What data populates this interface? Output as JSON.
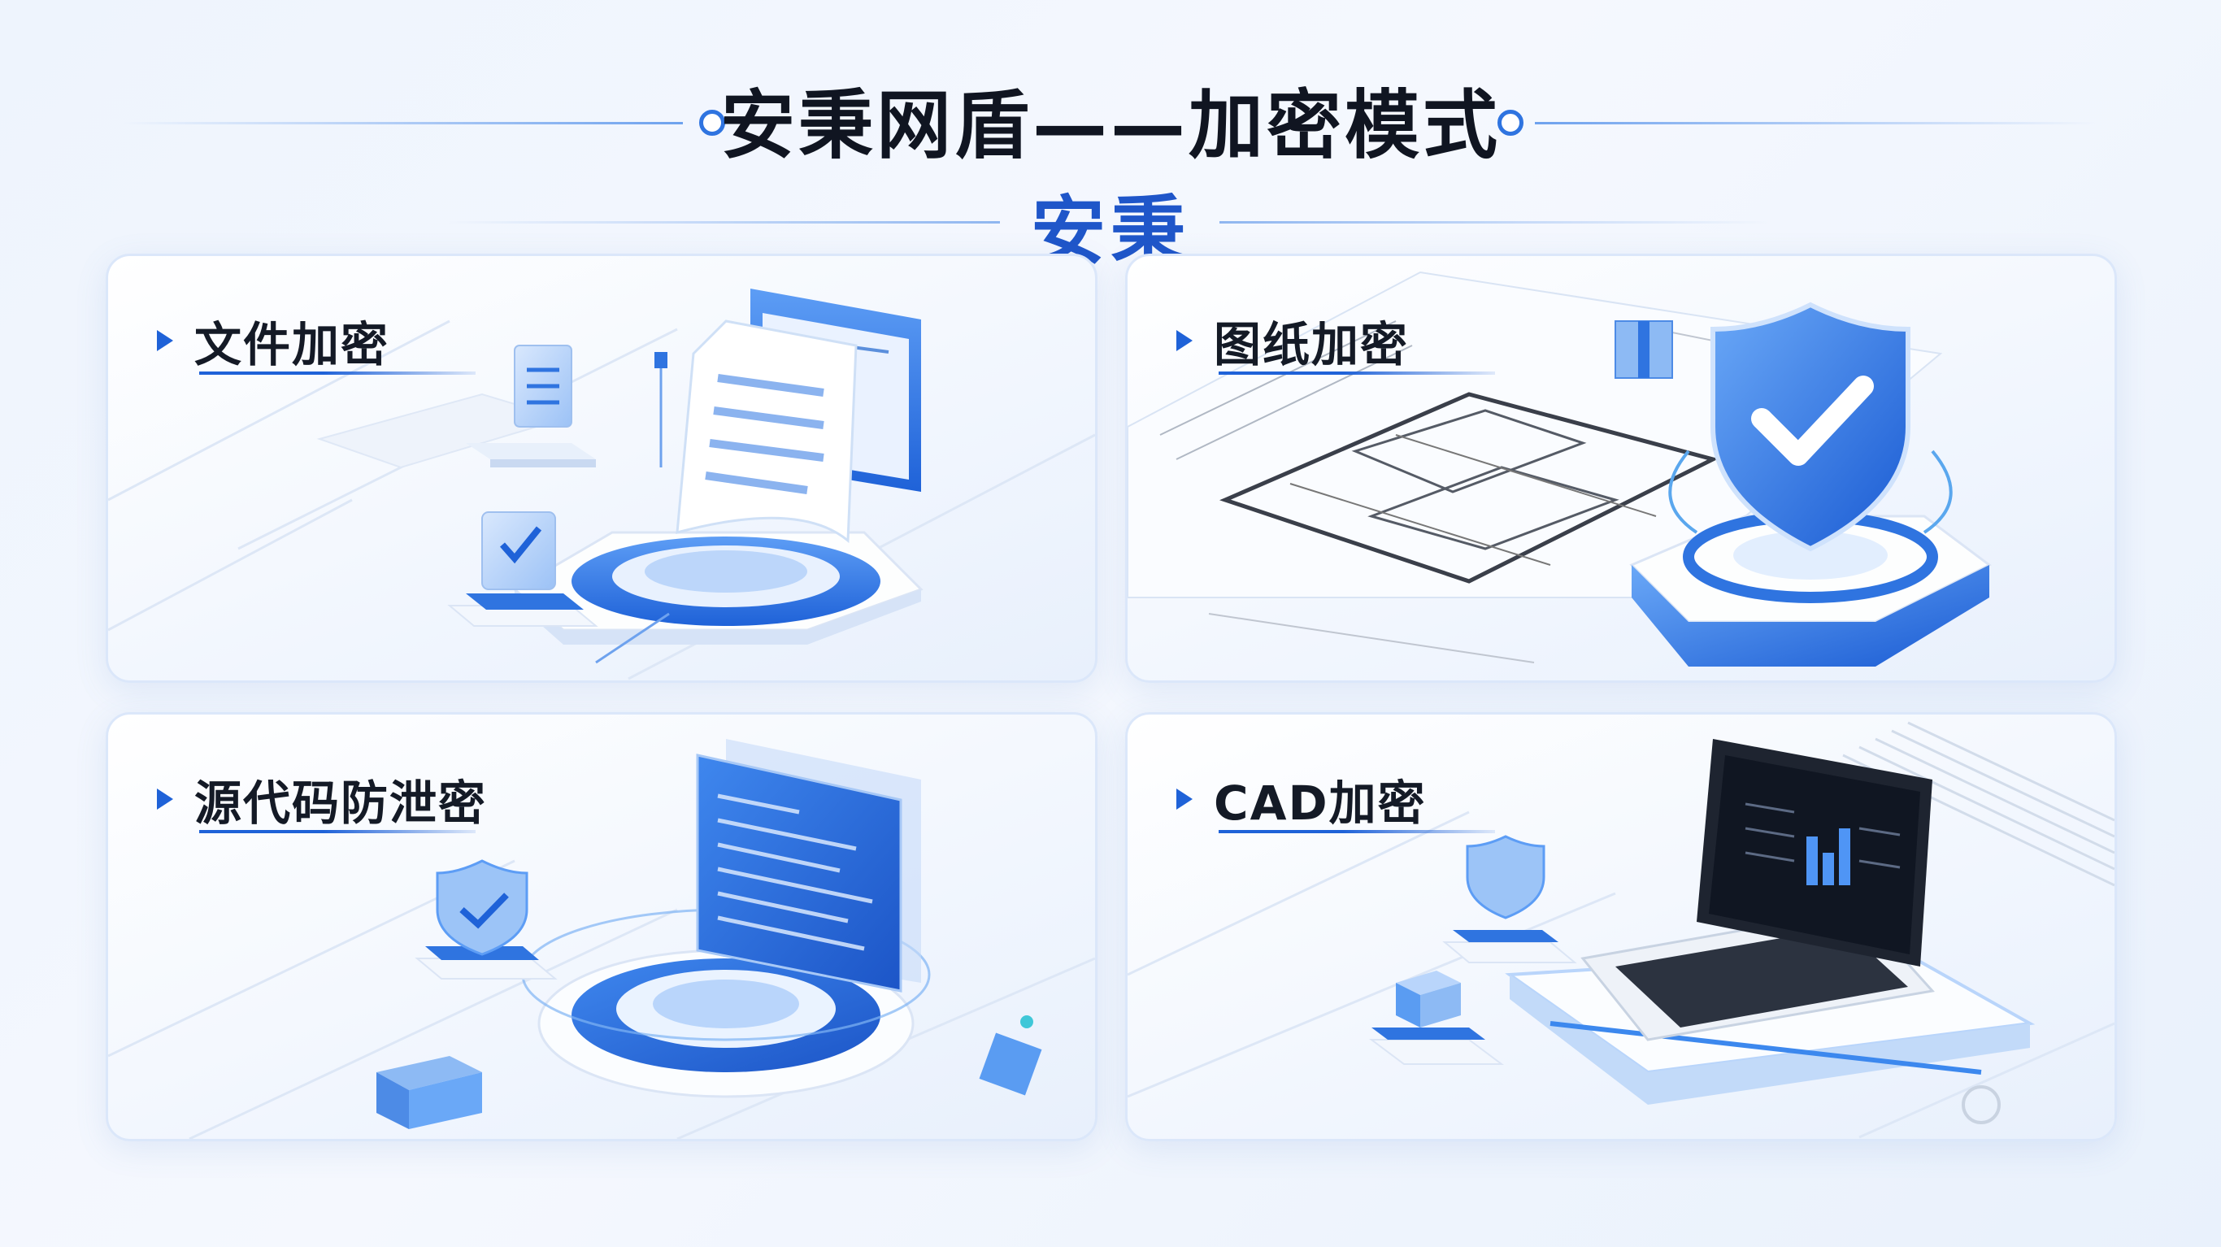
{
  "page": {
    "title": "安秉网盾——加密模式",
    "subtitle": "安秉"
  },
  "cards": [
    {
      "label": "文件加密",
      "icon": "file-encryption-icon"
    },
    {
      "label": "图纸加密",
      "icon": "shield-check-icon"
    },
    {
      "label": "源代码防泄密",
      "icon": "code-screen-icon"
    },
    {
      "label": "CAD加密",
      "icon": "laptop-icon"
    }
  ],
  "colors": {
    "accent": "#1f62d8",
    "title": "#101521",
    "subtitle": "#1f56c9",
    "background": "#eef4fd"
  }
}
